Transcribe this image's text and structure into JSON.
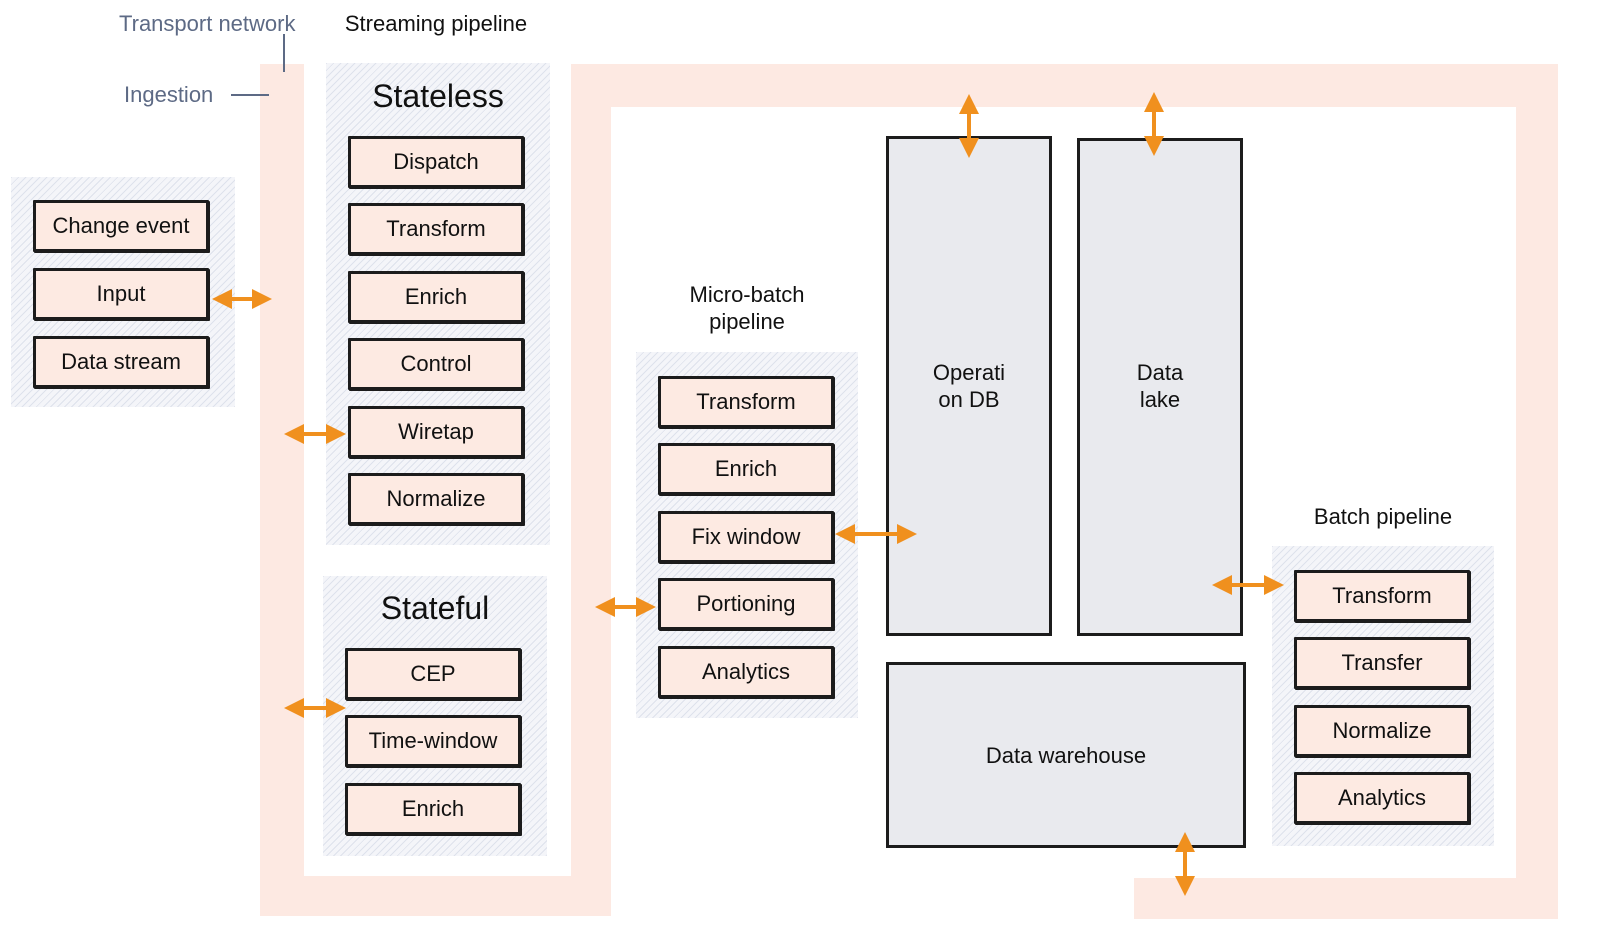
{
  "legend": {
    "transport_network": "Transport network",
    "ingestion": "Ingestion"
  },
  "titles": {
    "streaming_pipeline": "Streaming pipeline",
    "micro_batch_pipeline": "Micro-batch\npipeline",
    "batch_pipeline": "Batch pipeline"
  },
  "sources": [
    "Change event",
    "Input",
    "Data stream"
  ],
  "stateless": {
    "title": "Stateless",
    "items": [
      "Dispatch",
      "Transform",
      "Enrich",
      "Control",
      "Wiretap",
      "Normalize"
    ]
  },
  "stateful": {
    "title": "Stateful",
    "items": [
      "CEP",
      "Time-window",
      "Enrich"
    ]
  },
  "micro_batch": {
    "items": [
      "Transform",
      "Enrich",
      "Fix window",
      "Portioning",
      "Analytics"
    ]
  },
  "storage": {
    "operation_db": "Operati\non DB",
    "data_lake": "Data\nlake",
    "data_warehouse": "Data warehouse"
  },
  "batch": {
    "items": [
      "Transform",
      "Transfer",
      "Normalize",
      "Analytics"
    ]
  },
  "colors": {
    "band": "#fde9e2",
    "box_fill": "#fdeae2",
    "store_fill": "#e9eaee",
    "arrow": "#f0901e",
    "muted_text": "#5d6a85"
  }
}
